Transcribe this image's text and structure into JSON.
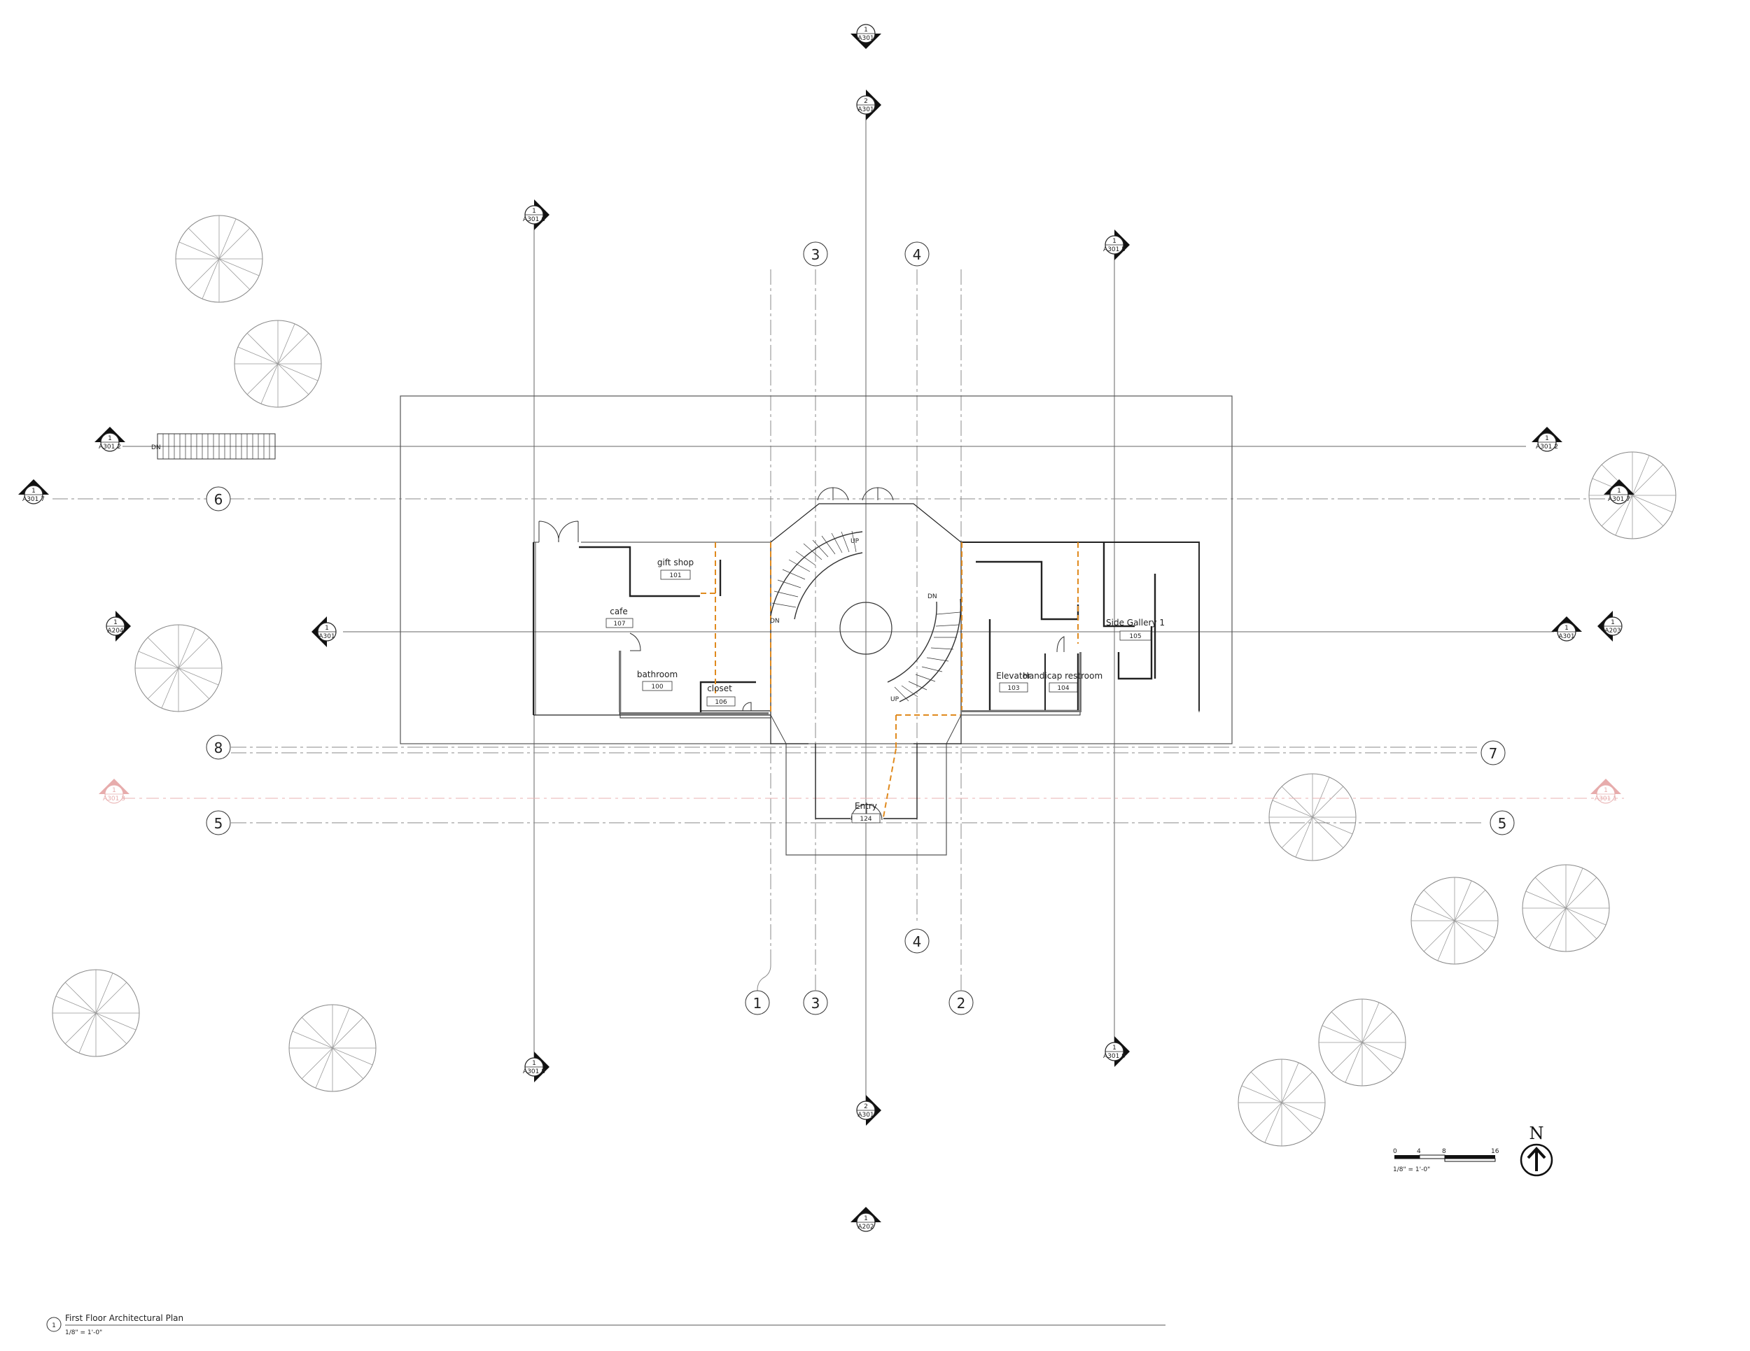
{
  "drawing": {
    "title": "First Floor Architectural Plan",
    "scale": "1/8\" = 1'-0\"",
    "view_number": "1"
  },
  "grid_lines": {
    "g1": "1",
    "g2": "2",
    "g3": "3",
    "g4": "4",
    "g5": "5",
    "g6": "6",
    "g7": "7",
    "g8": "8"
  },
  "rooms": {
    "gift_shop": {
      "name": "gift shop",
      "number": "101"
    },
    "cafe": {
      "name": "cafe",
      "number": "107"
    },
    "bathroom": {
      "name": "bathroom",
      "number": "100"
    },
    "closet": {
      "name": "closet",
      "number": "106"
    },
    "elevator": {
      "name": "Elevator",
      "number": "103"
    },
    "handicap": {
      "name": "Handicap restroom",
      "number": "104"
    },
    "side_gallery": {
      "name": "Side Gallery 1",
      "number": "105"
    },
    "entry": {
      "name": "Entry",
      "number": "124"
    }
  },
  "section_markers": {
    "top_a": {
      "num": "1",
      "sheet": "A301"
    },
    "top_b": {
      "num": "2",
      "sheet": "A301"
    },
    "bottom_b": {
      "num": "2",
      "sheet": "A301"
    },
    "bottom_c": {
      "num": "1",
      "sheet": "A202"
    },
    "left_6": {
      "num": "1",
      "sheet": "A301 6"
    },
    "left_8": {
      "num": "1",
      "sheet": "A301 8"
    },
    "right_5": {
      "num": "1",
      "sheet": "A301 5"
    },
    "right_9": {
      "num": "1",
      "sheet": "A301 9"
    },
    "row_a_left": {
      "num": "1",
      "sheet": "A301 2"
    },
    "row_a_right": {
      "num": "1",
      "sheet": "A301 2"
    },
    "row_b_left": {
      "num": "1",
      "sheet": "A301 7"
    },
    "row_b_right": {
      "num": "1",
      "sheet": "A301 7"
    },
    "row_c_left": {
      "num": "1",
      "sheet": "A204"
    },
    "row_c_mid": {
      "num": "1",
      "sheet": "A301"
    },
    "row_c_right": {
      "num": "1",
      "sheet": "A301"
    },
    "row_c_far": {
      "num": "1",
      "sheet": "A203"
    },
    "row_d_left": {
      "num": "1",
      "sheet": "A301 3"
    },
    "row_d_right": {
      "num": "1",
      "sheet": "A301 1"
    }
  },
  "stair_labels": {
    "dn": "DN",
    "up": "UP"
  },
  "north_arrow": {
    "label": "N"
  },
  "scale_bar": {
    "t0": "0",
    "t1": "4",
    "t2": "8",
    "t3": "16",
    "note": "1/8\" = 1'-0\""
  },
  "colors": {
    "line": "#333333",
    "dash_orange": "#e08a1e",
    "faded_red": "#e08a8a"
  }
}
